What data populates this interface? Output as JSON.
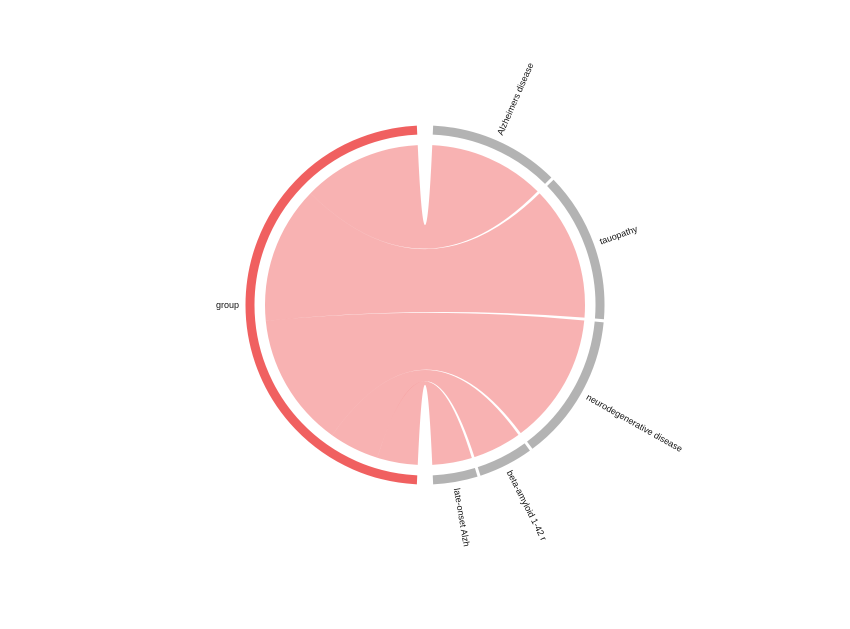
{
  "diagram": {
    "type": "chord",
    "colors": {
      "group": "#f06060",
      "target": "#b3b3b3",
      "ribbon": "#f47e7e"
    },
    "source": {
      "name": "group",
      "label": "group"
    },
    "targets": [
      {
        "name": "Alzheimers disease",
        "label": "Alzheimers disease",
        "weight": 3.8
      },
      {
        "name": "tauopathy",
        "label": "tauopathy",
        "weight": 4.4
      },
      {
        "name": "neurodegenerative disease",
        "label": "neurodegenerative disease",
        "weight": 4.3
      },
      {
        "name": "beta-amyloid 1-42 r",
        "label": "beta-amyloid 1-42 r",
        "weight": 1.6
      },
      {
        "name": "late-onset Alzh",
        "label": "late-onset Alzh",
        "weight": 1.3
      }
    ]
  }
}
